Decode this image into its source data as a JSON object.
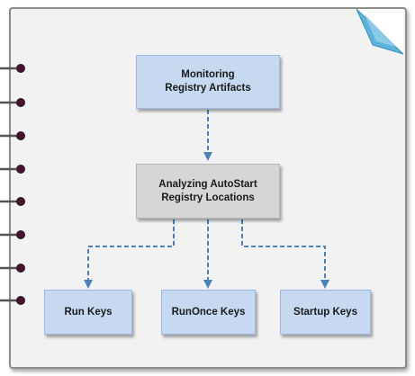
{
  "diagram": {
    "nodes": {
      "monitoring": "Monitoring\nRegistry Artifacts",
      "analyzing": "Analyzing AutoStart\nRegistry Locations",
      "run_keys": "Run Keys",
      "runonce_keys": "RunOnce Keys",
      "startup_keys": "Startup Keys"
    },
    "edges": [
      {
        "from": "monitoring",
        "to": "analyzing"
      },
      {
        "from": "analyzing",
        "to": "run_keys"
      },
      {
        "from": "analyzing",
        "to": "runonce_keys"
      },
      {
        "from": "analyzing",
        "to": "startup_keys"
      }
    ],
    "colors": {
      "node_fill": "#c6d9f1",
      "central_fill": "#d6d6d6",
      "connector": "#4f81bd",
      "page_border": "#8c8c8c",
      "ring": "#4a1030"
    }
  }
}
